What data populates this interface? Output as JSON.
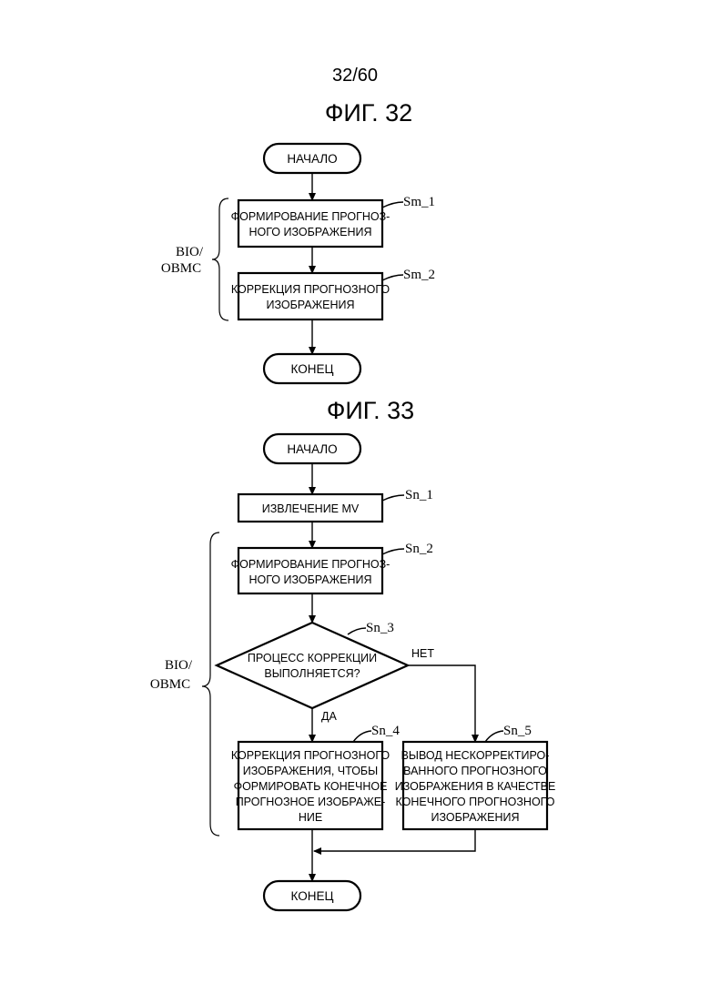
{
  "page_number": "32/60",
  "fig32": {
    "title": "ФИГ. 32",
    "start": "НАЧАЛО",
    "end": "КОНЕЦ",
    "group_label": [
      "BIO/",
      "OBMC"
    ],
    "steps": [
      {
        "id": "Sm_1",
        "lines": [
          "ФОРМИРОВАНИЕ ПРОГНОЗ-",
          "НОГО ИЗОБРАЖЕНИЯ"
        ]
      },
      {
        "id": "Sm_2",
        "lines": [
          "КОРРЕКЦИЯ ПРОГНОЗНОГО",
          "ИЗОБРАЖЕНИЯ"
        ]
      }
    ]
  },
  "fig33": {
    "title": "ФИГ. 33",
    "start": "НАЧАЛО",
    "end": "КОНЕЦ",
    "group_label": [
      "BIO/",
      "OBMC"
    ],
    "steps": [
      {
        "id": "Sn_1",
        "lines": [
          "ИЗВЛЕЧЕНИЕ MV"
        ]
      },
      {
        "id": "Sn_2",
        "lines": [
          "ФОРМИРОВАНИЕ ПРОГНОЗ-",
          "НОГО ИЗОБРАЖЕНИЯ"
        ]
      },
      {
        "id": "Sn_3",
        "lines": [
          "ПРОЦЕСС КОРРЕКЦИИ",
          "ВЫПОЛНЯЕТСЯ?"
        ]
      },
      {
        "id": "Sn_4",
        "lines": [
          "КОРРЕКЦИЯ ПРОГНОЗНОГО",
          "ИЗОБРАЖЕНИЯ, ЧТОБЫ",
          "ФОРМИРОВАТЬ КОНЕЧНОЕ",
          "ПРОГНОЗНОЕ ИЗОБРАЖЕ-",
          "НИЕ"
        ]
      },
      {
        "id": "Sn_5",
        "lines": [
          "ВЫВОД НЕСКОРРЕКТИРО-",
          "ВАННОГО ПРОГНОЗНОГО",
          "ИЗОБРАЖЕНИЯ В КАЧЕСТВЕ",
          "КОНЕЧНОГО ПРОГНОЗНОГО",
          "ИЗОБРАЖЕНИЯ"
        ]
      }
    ],
    "branch_yes": "ДА",
    "branch_no": "НЕТ"
  }
}
